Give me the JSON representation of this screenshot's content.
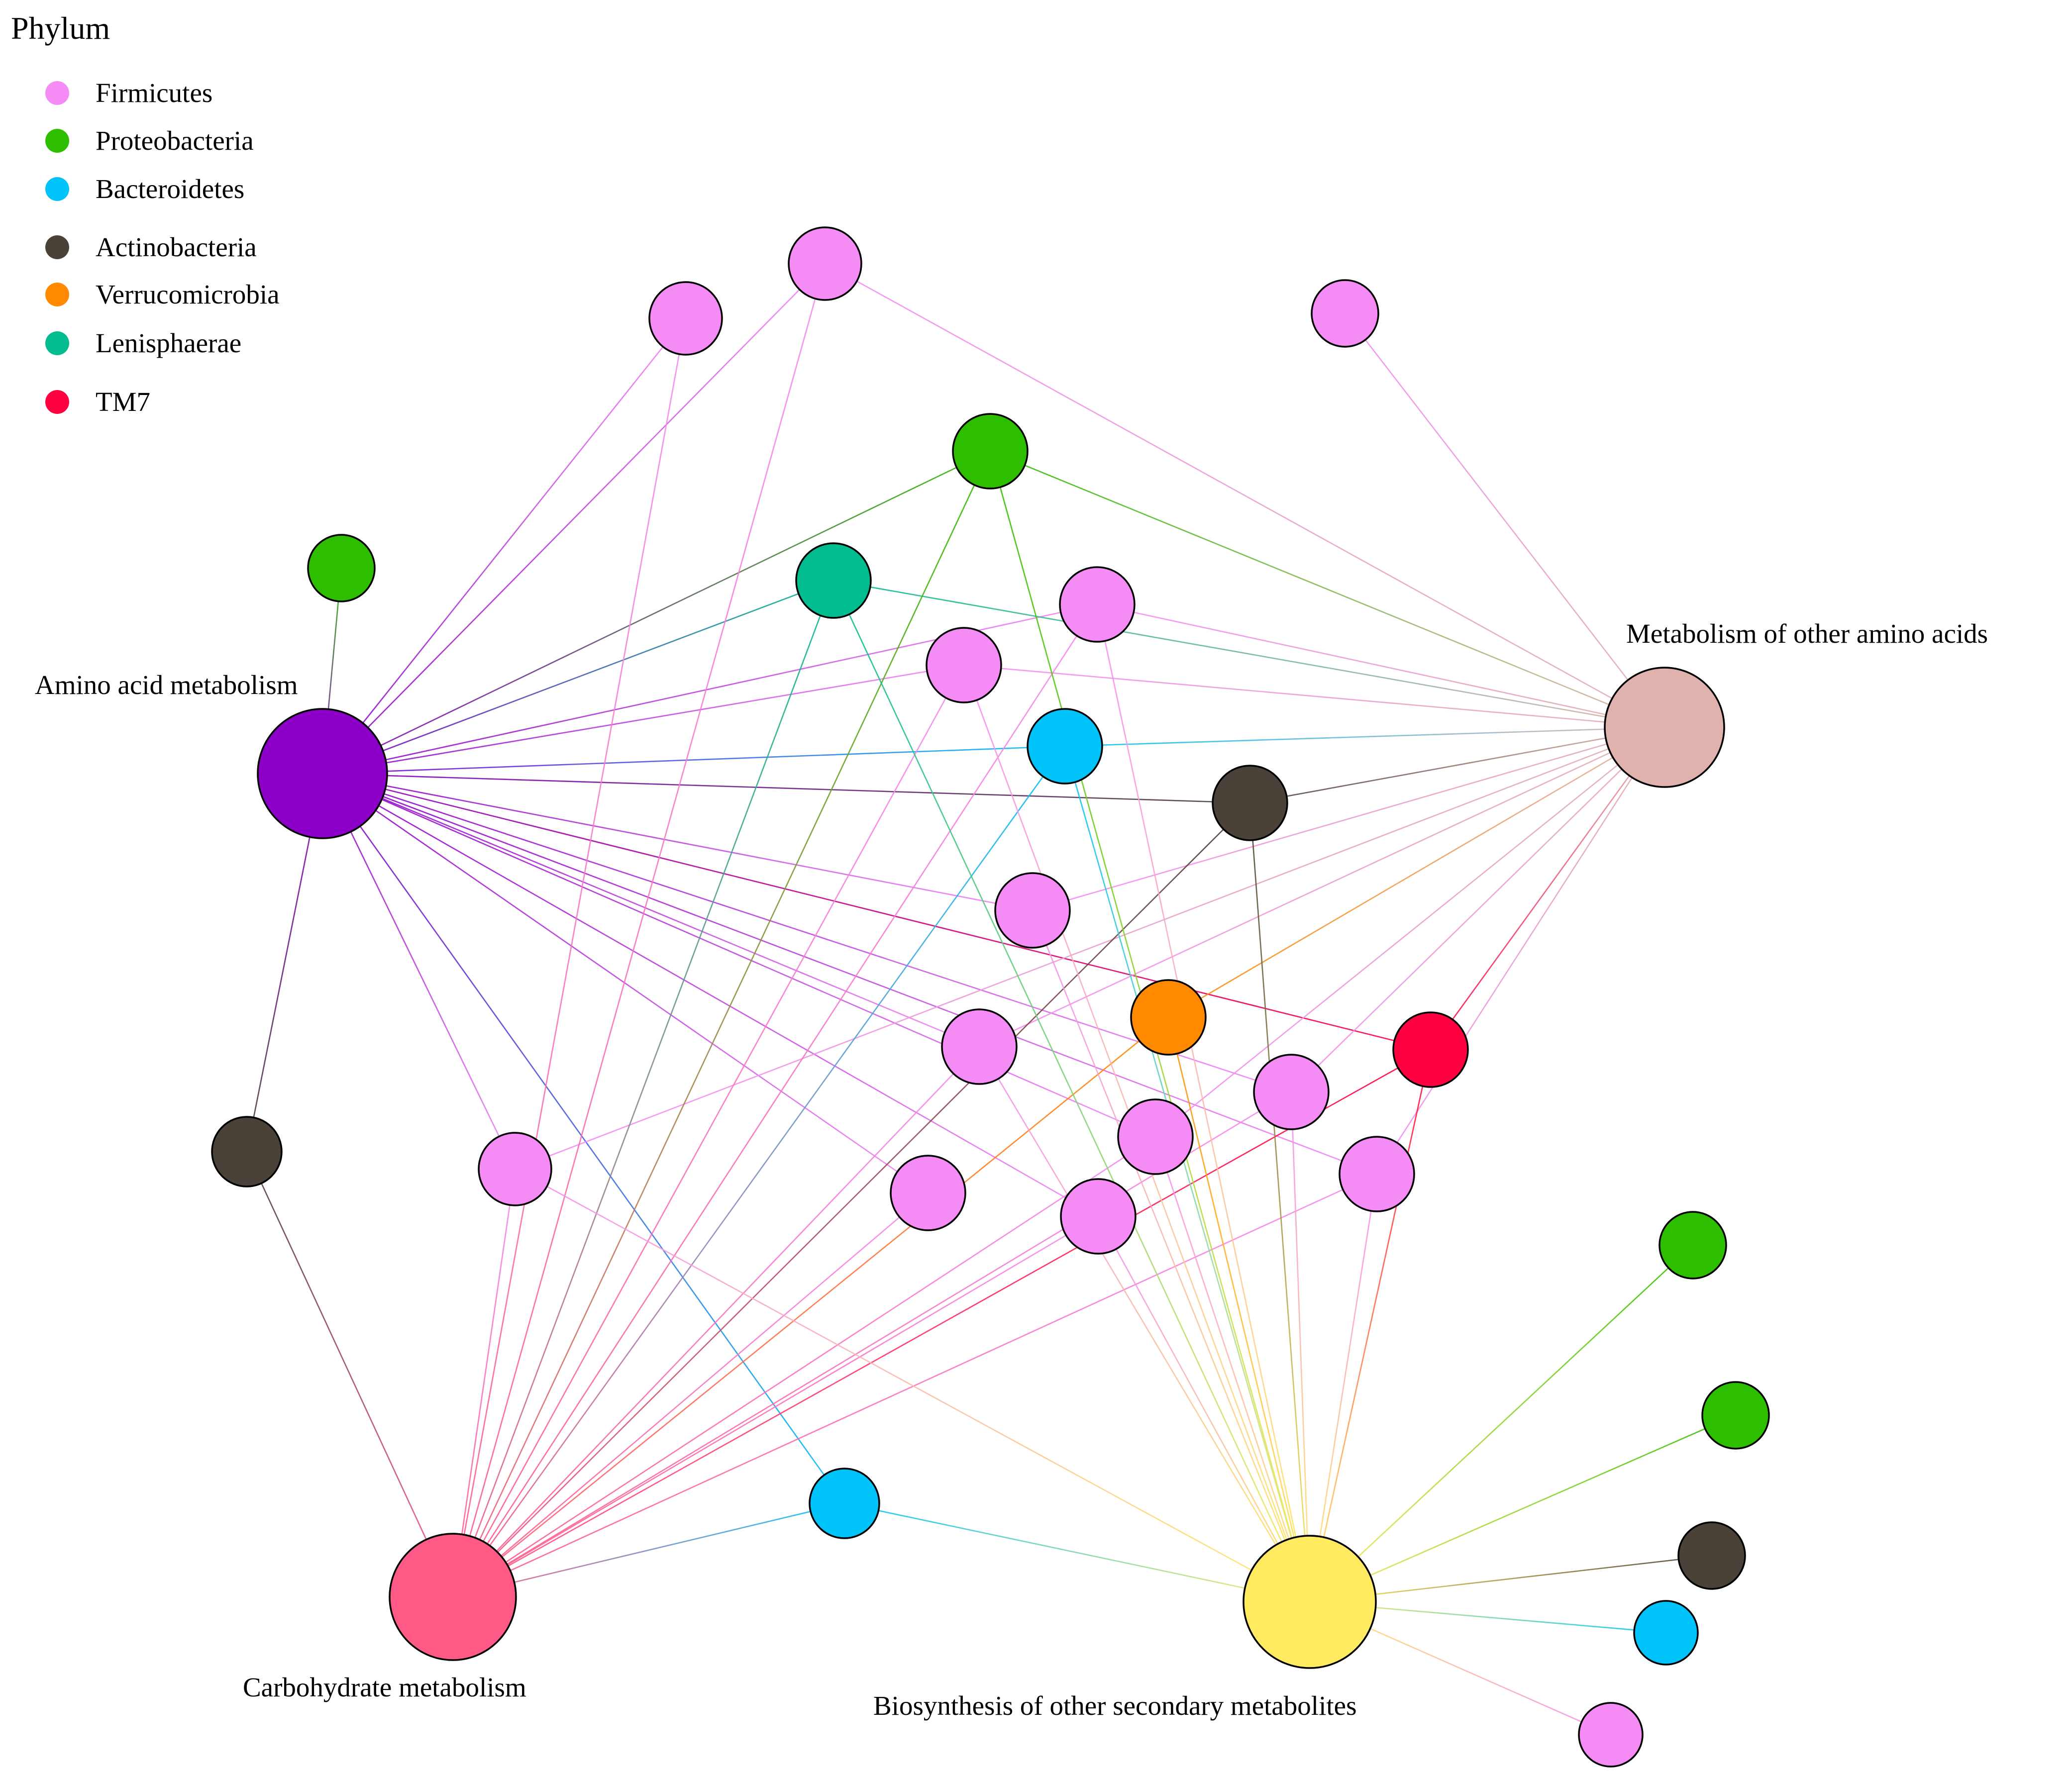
{
  "legend": {
    "title": "Phylum",
    "items": [
      {
        "id": "firmicutes",
        "label": "Firmicutes",
        "color": "#F58CF5"
      },
      {
        "id": "proteobacteria",
        "label": "Proteobacteria",
        "color": "#2EBE00"
      },
      {
        "id": "bacteroidetes",
        "label": "Bacteroidetes",
        "color": "#00C3FA"
      },
      {
        "id": "actinobacteria",
        "label": "Actinobacteria",
        "color": "#4A4139"
      },
      {
        "id": "verrucomicrobia",
        "label": "Verrucomicrobia",
        "color": "#FF8A00"
      },
      {
        "id": "lenisphaerae",
        "label": "Lenisphaerae",
        "color": "#00BC8F"
      },
      {
        "id": "tm7",
        "label": "TM7",
        "color": "#FF0040"
      }
    ]
  },
  "hubs": [
    {
      "id": "amino",
      "label": "Amino acid metabolism",
      "color": "#8C00C8"
    },
    {
      "id": "other_aa",
      "label": "Metabolism of other amino acids",
      "color": "#DFB2AE"
    },
    {
      "id": "carb",
      "label": "Carbohydrate metabolism",
      "color": "#FF5A86"
    },
    {
      "id": "biosyn",
      "label": "Biosynthesis of other secondary metabolites",
      "color": "#FFEA60"
    }
  ],
  "taxa": [
    {
      "id": "t1",
      "phylum": "firmicutes"
    },
    {
      "id": "t2",
      "phylum": "firmicutes"
    },
    {
      "id": "t3",
      "phylum": "firmicutes"
    },
    {
      "id": "t4",
      "phylum": "proteobacteria"
    },
    {
      "id": "t5",
      "phylum": "proteobacteria"
    },
    {
      "id": "t6",
      "phylum": "lenisphaerae"
    },
    {
      "id": "t7",
      "phylum": "firmicutes"
    },
    {
      "id": "t8",
      "phylum": "firmicutes"
    },
    {
      "id": "t9",
      "phylum": "bacteroidetes"
    },
    {
      "id": "t10",
      "phylum": "actinobacteria"
    },
    {
      "id": "t11",
      "phylum": "firmicutes"
    },
    {
      "id": "t12",
      "phylum": "verrucomicrobia"
    },
    {
      "id": "t13",
      "phylum": "tm7"
    },
    {
      "id": "t14",
      "phylum": "firmicutes"
    },
    {
      "id": "t15",
      "phylum": "firmicutes"
    },
    {
      "id": "t16",
      "phylum": "firmicutes"
    },
    {
      "id": "t17",
      "phylum": "actinobacteria"
    },
    {
      "id": "t18",
      "phylum": "firmicutes"
    },
    {
      "id": "t19",
      "phylum": "firmicutes"
    },
    {
      "id": "t20",
      "phylum": "firmicutes"
    },
    {
      "id": "t21",
      "phylum": "firmicutes"
    },
    {
      "id": "t22",
      "phylum": "proteobacteria"
    },
    {
      "id": "t23",
      "phylum": "proteobacteria"
    },
    {
      "id": "t24",
      "phylum": "actinobacteria"
    },
    {
      "id": "t25",
      "phylum": "bacteroidetes"
    },
    {
      "id": "t26",
      "phylum": "firmicutes"
    },
    {
      "id": "t27",
      "phylum": "bacteroidetes"
    }
  ],
  "edges": [
    [
      "amino",
      "t1"
    ],
    [
      "amino",
      "t2"
    ],
    [
      "amino",
      "t4"
    ],
    [
      "amino",
      "t5"
    ],
    [
      "amino",
      "t6"
    ],
    [
      "amino",
      "t7"
    ],
    [
      "amino",
      "t8"
    ],
    [
      "amino",
      "t9"
    ],
    [
      "amino",
      "t10"
    ],
    [
      "amino",
      "t11"
    ],
    [
      "amino",
      "t13"
    ],
    [
      "amino",
      "t14"
    ],
    [
      "amino",
      "t15"
    ],
    [
      "amino",
      "t16"
    ],
    [
      "amino",
      "t17"
    ],
    [
      "amino",
      "t18"
    ],
    [
      "amino",
      "t19"
    ],
    [
      "amino",
      "t20"
    ],
    [
      "amino",
      "t21"
    ],
    [
      "amino",
      "t27"
    ],
    [
      "other_aa",
      "t2"
    ],
    [
      "other_aa",
      "t3"
    ],
    [
      "other_aa",
      "t4"
    ],
    [
      "other_aa",
      "t6"
    ],
    [
      "other_aa",
      "t7"
    ],
    [
      "other_aa",
      "t8"
    ],
    [
      "other_aa",
      "t9"
    ],
    [
      "other_aa",
      "t10"
    ],
    [
      "other_aa",
      "t11"
    ],
    [
      "other_aa",
      "t12"
    ],
    [
      "other_aa",
      "t13"
    ],
    [
      "other_aa",
      "t14"
    ],
    [
      "other_aa",
      "t15"
    ],
    [
      "other_aa",
      "t16"
    ],
    [
      "other_aa",
      "t18"
    ],
    [
      "other_aa",
      "t19"
    ],
    [
      "carb",
      "t1"
    ],
    [
      "carb",
      "t2"
    ],
    [
      "carb",
      "t4"
    ],
    [
      "carb",
      "t6"
    ],
    [
      "carb",
      "t7"
    ],
    [
      "carb",
      "t8"
    ],
    [
      "carb",
      "t9"
    ],
    [
      "carb",
      "t10"
    ],
    [
      "carb",
      "t12"
    ],
    [
      "carb",
      "t13"
    ],
    [
      "carb",
      "t14"
    ],
    [
      "carb",
      "t15"
    ],
    [
      "carb",
      "t16"
    ],
    [
      "carb",
      "t17"
    ],
    [
      "carb",
      "t18"
    ],
    [
      "carb",
      "t19"
    ],
    [
      "carb",
      "t20"
    ],
    [
      "carb",
      "t21"
    ],
    [
      "carb",
      "t27"
    ],
    [
      "biosyn",
      "t4"
    ],
    [
      "biosyn",
      "t6"
    ],
    [
      "biosyn",
      "t7"
    ],
    [
      "biosyn",
      "t8"
    ],
    [
      "biosyn",
      "t9"
    ],
    [
      "biosyn",
      "t10"
    ],
    [
      "biosyn",
      "t11"
    ],
    [
      "biosyn",
      "t12"
    ],
    [
      "biosyn",
      "t13"
    ],
    [
      "biosyn",
      "t14"
    ],
    [
      "biosyn",
      "t15"
    ],
    [
      "biosyn",
      "t16"
    ],
    [
      "biosyn",
      "t18"
    ],
    [
      "biosyn",
      "t19"
    ],
    [
      "biosyn",
      "t21"
    ],
    [
      "biosyn",
      "t22"
    ],
    [
      "biosyn",
      "t23"
    ],
    [
      "biosyn",
      "t24"
    ],
    [
      "biosyn",
      "t25"
    ],
    [
      "biosyn",
      "t26"
    ],
    [
      "biosyn",
      "t27"
    ]
  ]
}
